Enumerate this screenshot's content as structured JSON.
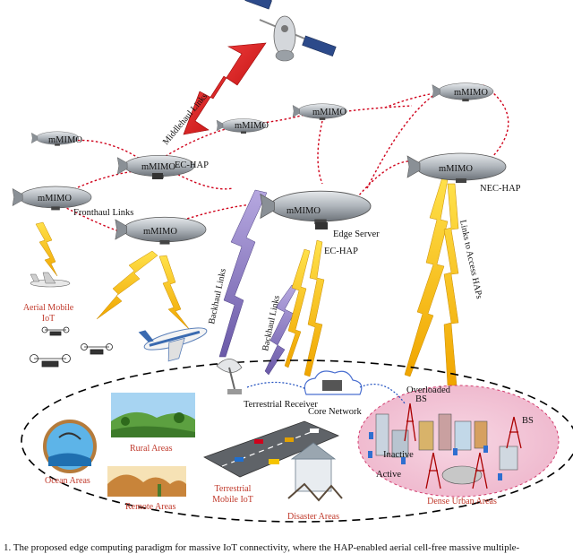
{
  "hap_label": "mMIMO",
  "labels": {
    "middlehaul_links": "Middlehaul Links",
    "fronthaul_links": "Fronthaul Links",
    "ec_hap_top": "EC-HAP",
    "ec_hap_center": "EC-HAP",
    "nec_hap": "NEC-HAP",
    "edge_server": "Edge Server",
    "backhaul_links_1": "Backhaul Links",
    "backhaul_links_2": "Backhaul Links",
    "links_to_access_haps": "Links to Access HAPs",
    "aerial_mobile_iot_line1": "Aerial Mobile",
    "aerial_mobile_iot_line2": "IoT",
    "terrestrial_receiver": "Terrestrial Receiver",
    "core_network": "Core Network",
    "overloaded_bs_line1": "Overloaded",
    "overloaded_bs_line2": "BS",
    "bs": "BS",
    "inactive": "Inactive",
    "active": "Active",
    "rural_areas": "Rural Areas",
    "ocean_areas": "Ocean Areas",
    "remote_areas": "Remote Areas",
    "terrestrial_mobile_iot_line1": "Terrestrial",
    "terrestrial_mobile_iot_line2": "Mobile IoT",
    "disaster_areas": "Disaster Areas",
    "dense_urban_areas": "Dense Urban Areas"
  },
  "caption": "1. The proposed edge computing paradigm for massive IoT connectivity, where the HAP-enabled aerial cell-free massive multiple-",
  "colors": {
    "link_red": "#d0021b",
    "lightning_yellow": "#f5c400",
    "lightning_purple": "#8e7cc3",
    "blimp_gray": "#b7bcc2",
    "ground_border": "#000000"
  }
}
